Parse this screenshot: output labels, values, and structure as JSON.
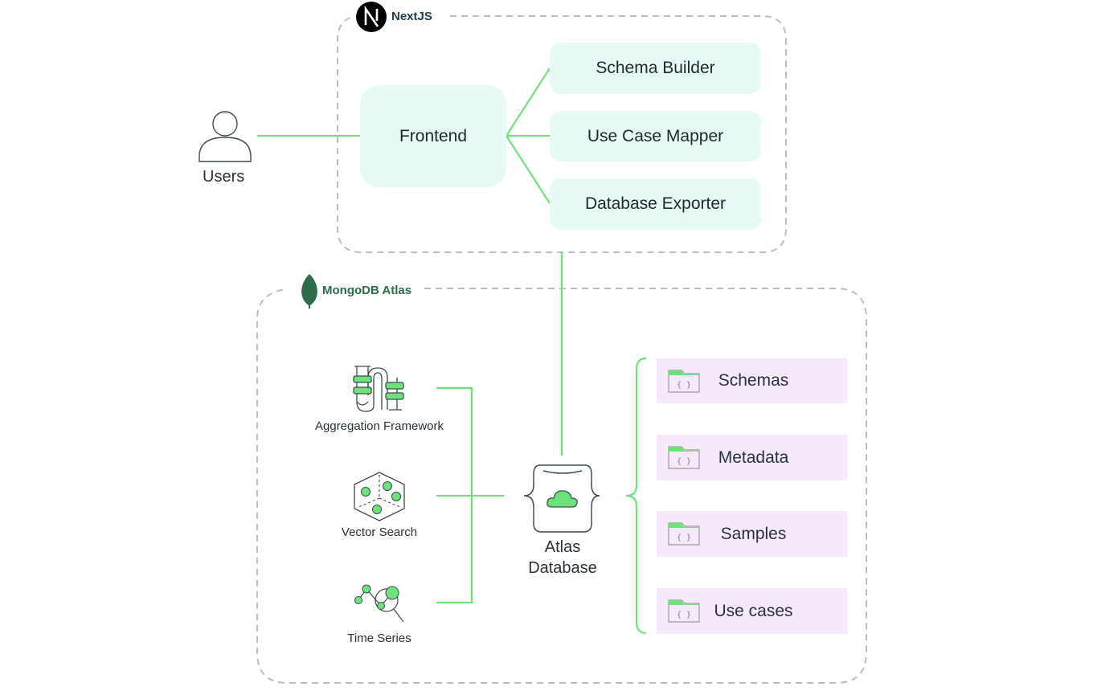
{
  "colors": {
    "connector": "#6ee27a",
    "dashed_border": "#bdbdbd",
    "service_box": "#e7f9f4",
    "collection_box": "#f5e9fb",
    "mongodb_green": "#2e6b4b",
    "icon_green": "#6ee27a",
    "icon_stroke": "#3d4a52"
  },
  "users": {
    "label": "Users",
    "icon": "user-icon"
  },
  "nextjs": {
    "label": "NextJS",
    "logo": "nextjs-logo-icon",
    "frontend": "Frontend",
    "services": [
      "Schema Builder",
      "Use Case Mapper",
      "Database Exporter"
    ]
  },
  "mongodb": {
    "label": "MongoDB Atlas",
    "logo": "mongodb-leaf-icon",
    "features": [
      {
        "label": "Aggregation Framework",
        "icon": "pipeline-icon"
      },
      {
        "label": "Vector Search",
        "icon": "vector-cube-icon"
      },
      {
        "label": "Time Series",
        "icon": "time-series-magnifier-icon"
      }
    ],
    "database": {
      "line1": "Atlas",
      "line2": "Database",
      "icon": "atlas-database-cloud-icon"
    },
    "collections": [
      {
        "label": "Schemas",
        "icon": "folder-json-icon"
      },
      {
        "label": "Metadata",
        "icon": "folder-json-icon"
      },
      {
        "label": "Samples",
        "icon": "folder-json-icon"
      },
      {
        "label": "Use cases",
        "icon": "folder-json-icon"
      }
    ]
  }
}
